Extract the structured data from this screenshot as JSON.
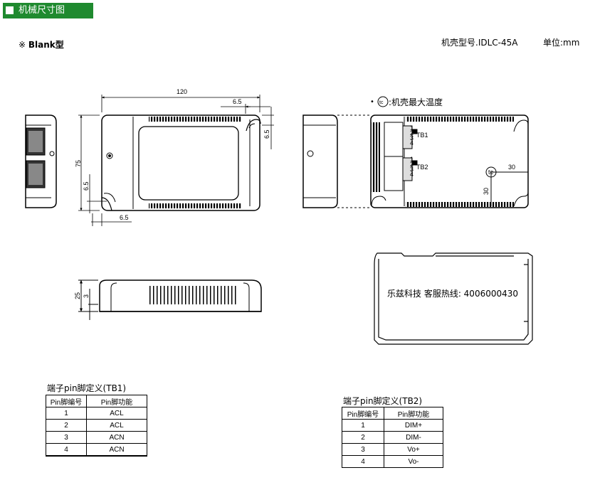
{
  "header": {
    "title": "机械尺寸图"
  },
  "model_note": {
    "prefix": "※",
    "text": "Blank型"
  },
  "case_info": {
    "model": "机壳型号.IDLC-45A",
    "unit": "单位:mm"
  },
  "tc_legend": {
    "bullet": "•",
    "symbol": "tc",
    "text": ":机壳最大温度"
  },
  "dims": {
    "length": "120",
    "corner_x": "6.5",
    "corner_y": "6.5",
    "width": "75",
    "left_y": "6.5",
    "left_x": "6.5",
    "height": "25",
    "base": "3",
    "tc_x": "30",
    "tc_y": "30"
  },
  "terminal_labels": {
    "tb1": "TB1",
    "tb2": "TB2",
    "tb1_pins": [
      "1",
      "2",
      "3",
      "4"
    ],
    "tb2_pins": [
      "1",
      "2",
      "3",
      "4"
    ]
  },
  "promo_text": "乐兹科技 客服热线: 4006000430",
  "tb1": {
    "title": "端子pin脚定义(TB1)",
    "headers": [
      "Pin脚编号",
      "Pin脚功能"
    ],
    "rows": [
      {
        "pin": "1",
        "func": "ACL"
      },
      {
        "pin": "2",
        "func": "ACL"
      },
      {
        "pin": "3",
        "func": "ACN"
      },
      {
        "pin": "4",
        "func": "ACN"
      }
    ]
  },
  "tb2": {
    "title": "端子pin脚定义(TB2)",
    "headers": [
      "Pin脚编号",
      "Pin脚功能"
    ],
    "rows": [
      {
        "pin": "1",
        "func": "DIM+"
      },
      {
        "pin": "2",
        "func": "DIM-"
      },
      {
        "pin": "3",
        "func": "Vo+"
      },
      {
        "pin": "4",
        "func": "Vo-"
      }
    ]
  }
}
